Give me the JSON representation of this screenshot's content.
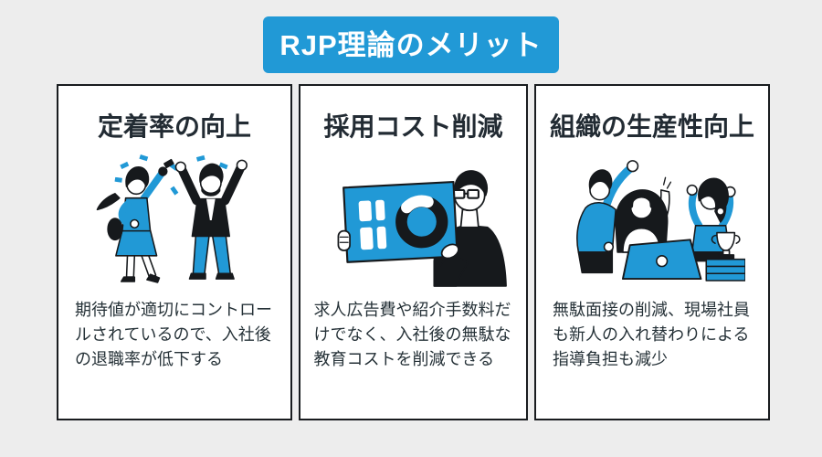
{
  "page": {
    "background_color": "#ededed",
    "accent_color": "#2199d6",
    "card_border_color": "#191c1f",
    "text_color": "#263238"
  },
  "banner": {
    "title": "RJP理論のメリット"
  },
  "cards": [
    {
      "title": "定着率の向上",
      "description": "期待値が適切にコントロールされているので、入社後の退職率が低下する",
      "illustration": "celebrating-people-with-confetti"
    },
    {
      "title": "採用コスト削減",
      "description": "求人広告費や紹介手数料だけでなく、入社後の無駄な教育コストを削減できる",
      "illustration": "person-holding-chart-board"
    },
    {
      "title": "組織の生産性向上",
      "description": "無駄面接の削減、現場社員も新人の入れ替わりによる指導負担も減少",
      "illustration": "team-celebration-with-laptop-and-trophy"
    }
  ]
}
